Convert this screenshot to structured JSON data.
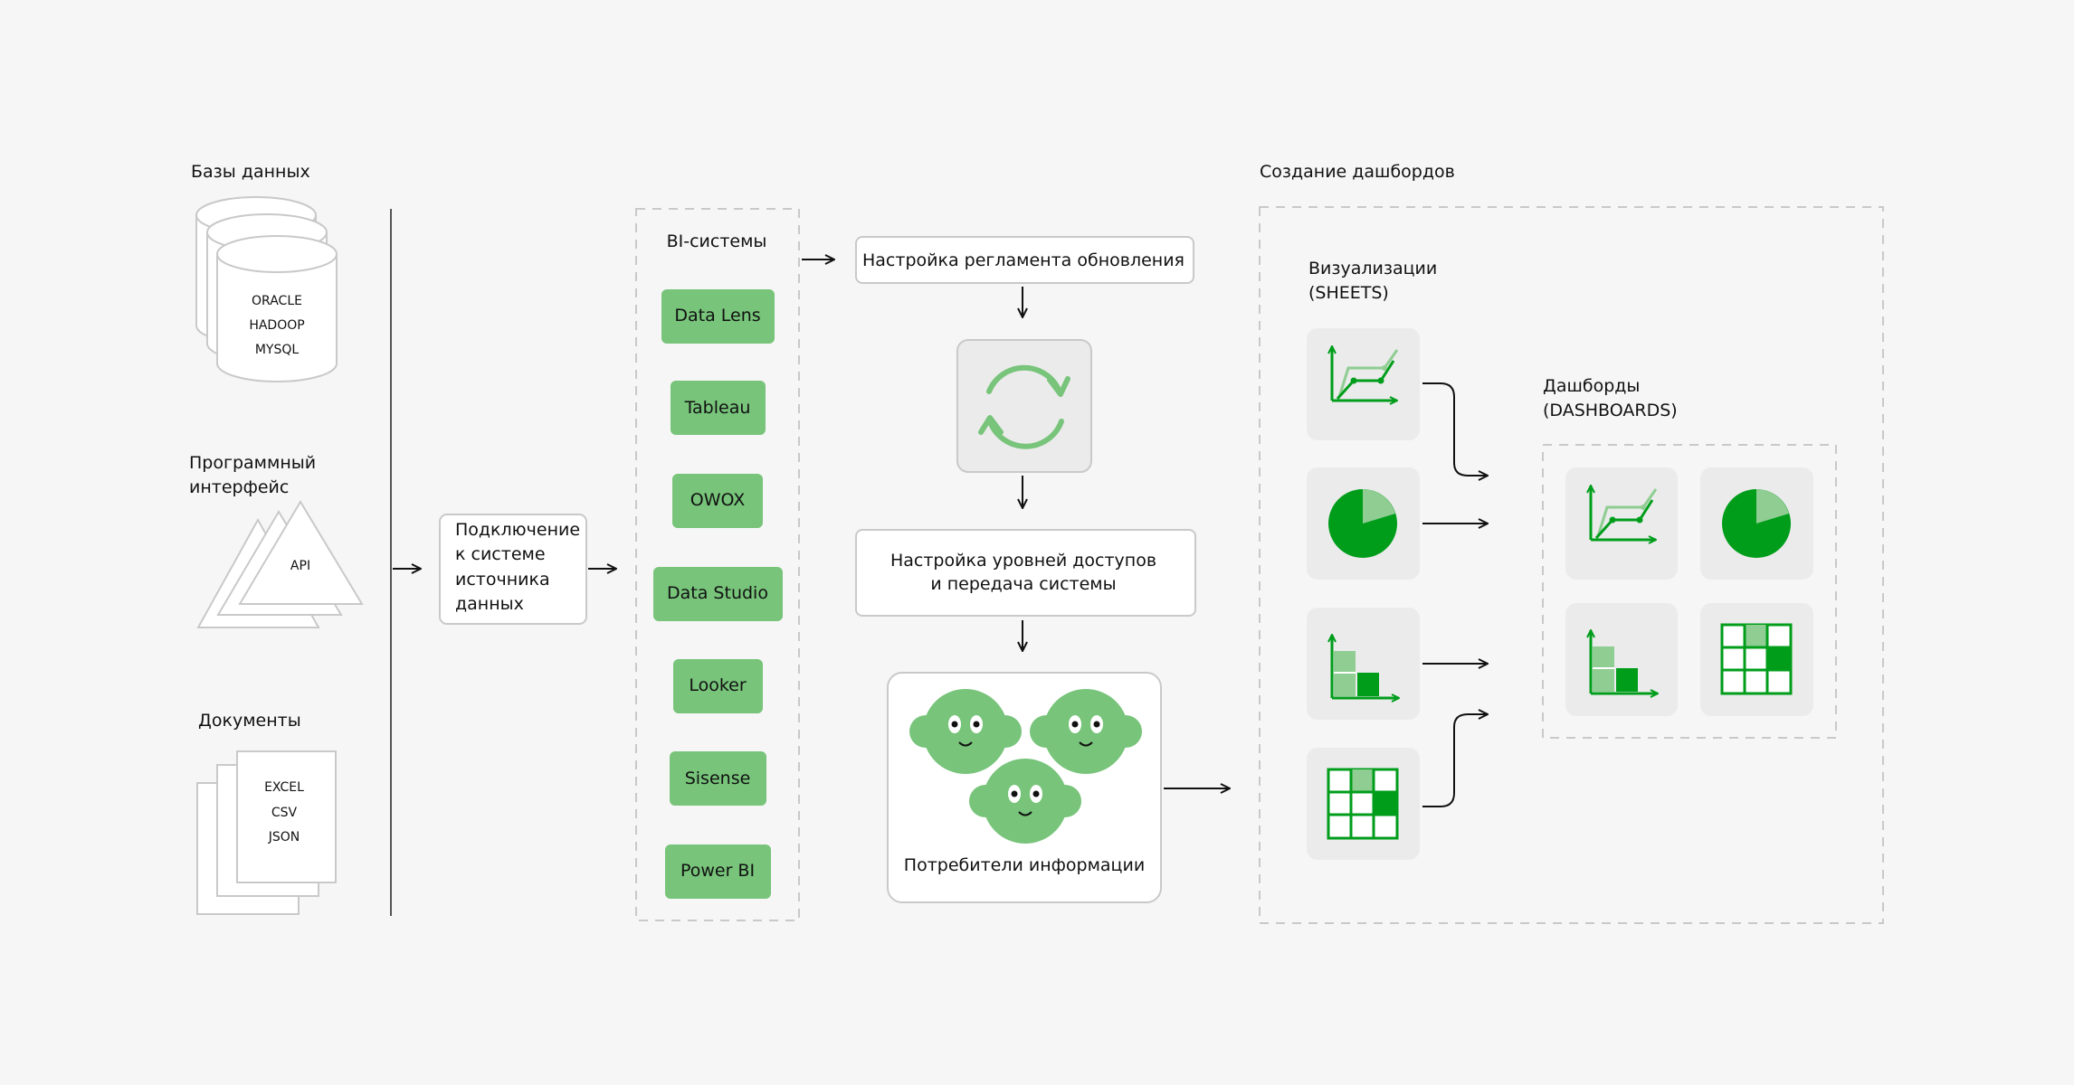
{
  "colors": {
    "background": "#f6f6f6",
    "accent_green": "#009d1b",
    "light_green": "#77c47a",
    "pale_green": "#8fcd92",
    "card_gray": "#ebebeb",
    "outline_gray": "#c9c9c9",
    "line_dark": "#111111"
  },
  "sources": {
    "databases": {
      "title": "Базы данных",
      "items": [
        "ORACLE",
        "HADOOP",
        "MYSQL"
      ]
    },
    "api": {
      "title_line1": "Программный",
      "title_line2": "интерфейс",
      "label": "API"
    },
    "documents": {
      "title": "Документы",
      "items": [
        "EXCEL",
        "CSV",
        "JSON"
      ]
    }
  },
  "connection": {
    "lines": [
      "Подключение",
      "к системе",
      "источника",
      "данных"
    ]
  },
  "bi": {
    "title": "BI-системы",
    "systems": [
      "Data Lens",
      "Tableau",
      "OWOX",
      "Data Studio",
      "Looker",
      "Sisense",
      "Power BI"
    ]
  },
  "process": {
    "update_schedule": "Настройка регламента обновления",
    "sync_icon": "sync-icon",
    "access_line1": "Настройка уровней доступов",
    "access_line2": "и передача системы",
    "consumers": "Потребители информации"
  },
  "dashboards": {
    "title": "Создание дашбордов",
    "sheets_line1": "Визуализации",
    "sheets_line2": "(SHEETS)",
    "dash_line1": "Дашборды",
    "dash_line2": "(DASHBOARDS)",
    "sheet_icons": [
      "line-chart-icon",
      "pie-chart-icon",
      "bar-chart-icon",
      "grid-table-icon"
    ],
    "dashboard_icons": [
      "line-chart-icon",
      "pie-chart-icon",
      "bar-chart-icon",
      "grid-table-icon"
    ]
  }
}
